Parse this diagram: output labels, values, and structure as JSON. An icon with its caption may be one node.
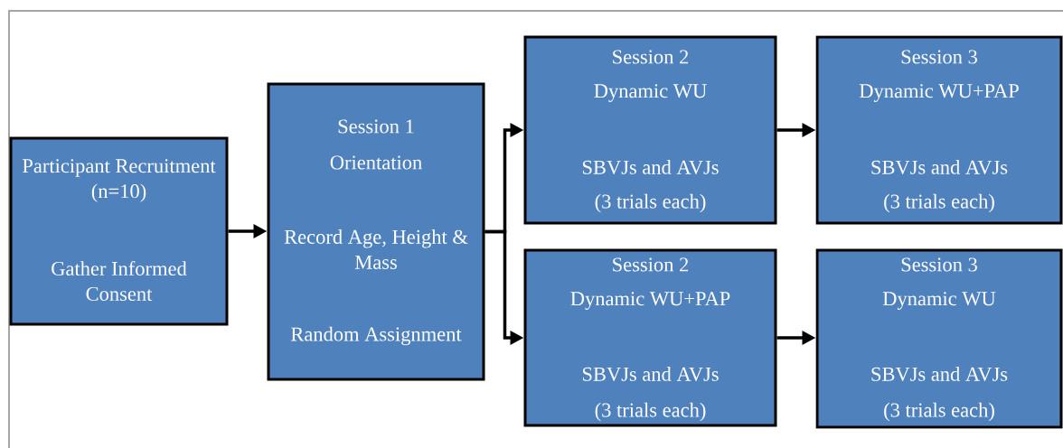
{
  "diagram": {
    "nodes": [
      {
        "text": [
          "Participant Recruitment (n=10)",
          "Gather Informed Consent"
        ]
      },
      {
        "text": [
          "Session 1",
          "Orientation",
          "Record Age, Height & Mass",
          "Random Assignment"
        ]
      },
      {
        "text": [
          "Session 2",
          "Dynamic WU",
          "SBVJs and AVJs",
          "(3 trials each)"
        ]
      },
      {
        "text": [
          "Session 3",
          "Dynamic WU+PAP",
          "SBVJs and AVJs",
          "(3 trials each)"
        ]
      },
      {
        "text": [
          "Session 2",
          "Dynamic WU+PAP",
          "SBVJs and AVJs",
          "(3 trials each)"
        ]
      },
      {
        "text": [
          "Session 3",
          "Dynamic WU",
          "SBVJs and AVJs",
          "(3 trials each)"
        ]
      }
    ],
    "edges": [
      {
        "from": 0,
        "to": 1,
        "arrow": "to"
      },
      {
        "from": 1,
        "to": 2,
        "arrow": "to"
      },
      {
        "from": 1,
        "to": 4,
        "arrow": "to"
      },
      {
        "from": 2,
        "to": 3,
        "arrow": "to"
      },
      {
        "from": 4,
        "to": 5,
        "arrow": "to"
      }
    ]
  }
}
